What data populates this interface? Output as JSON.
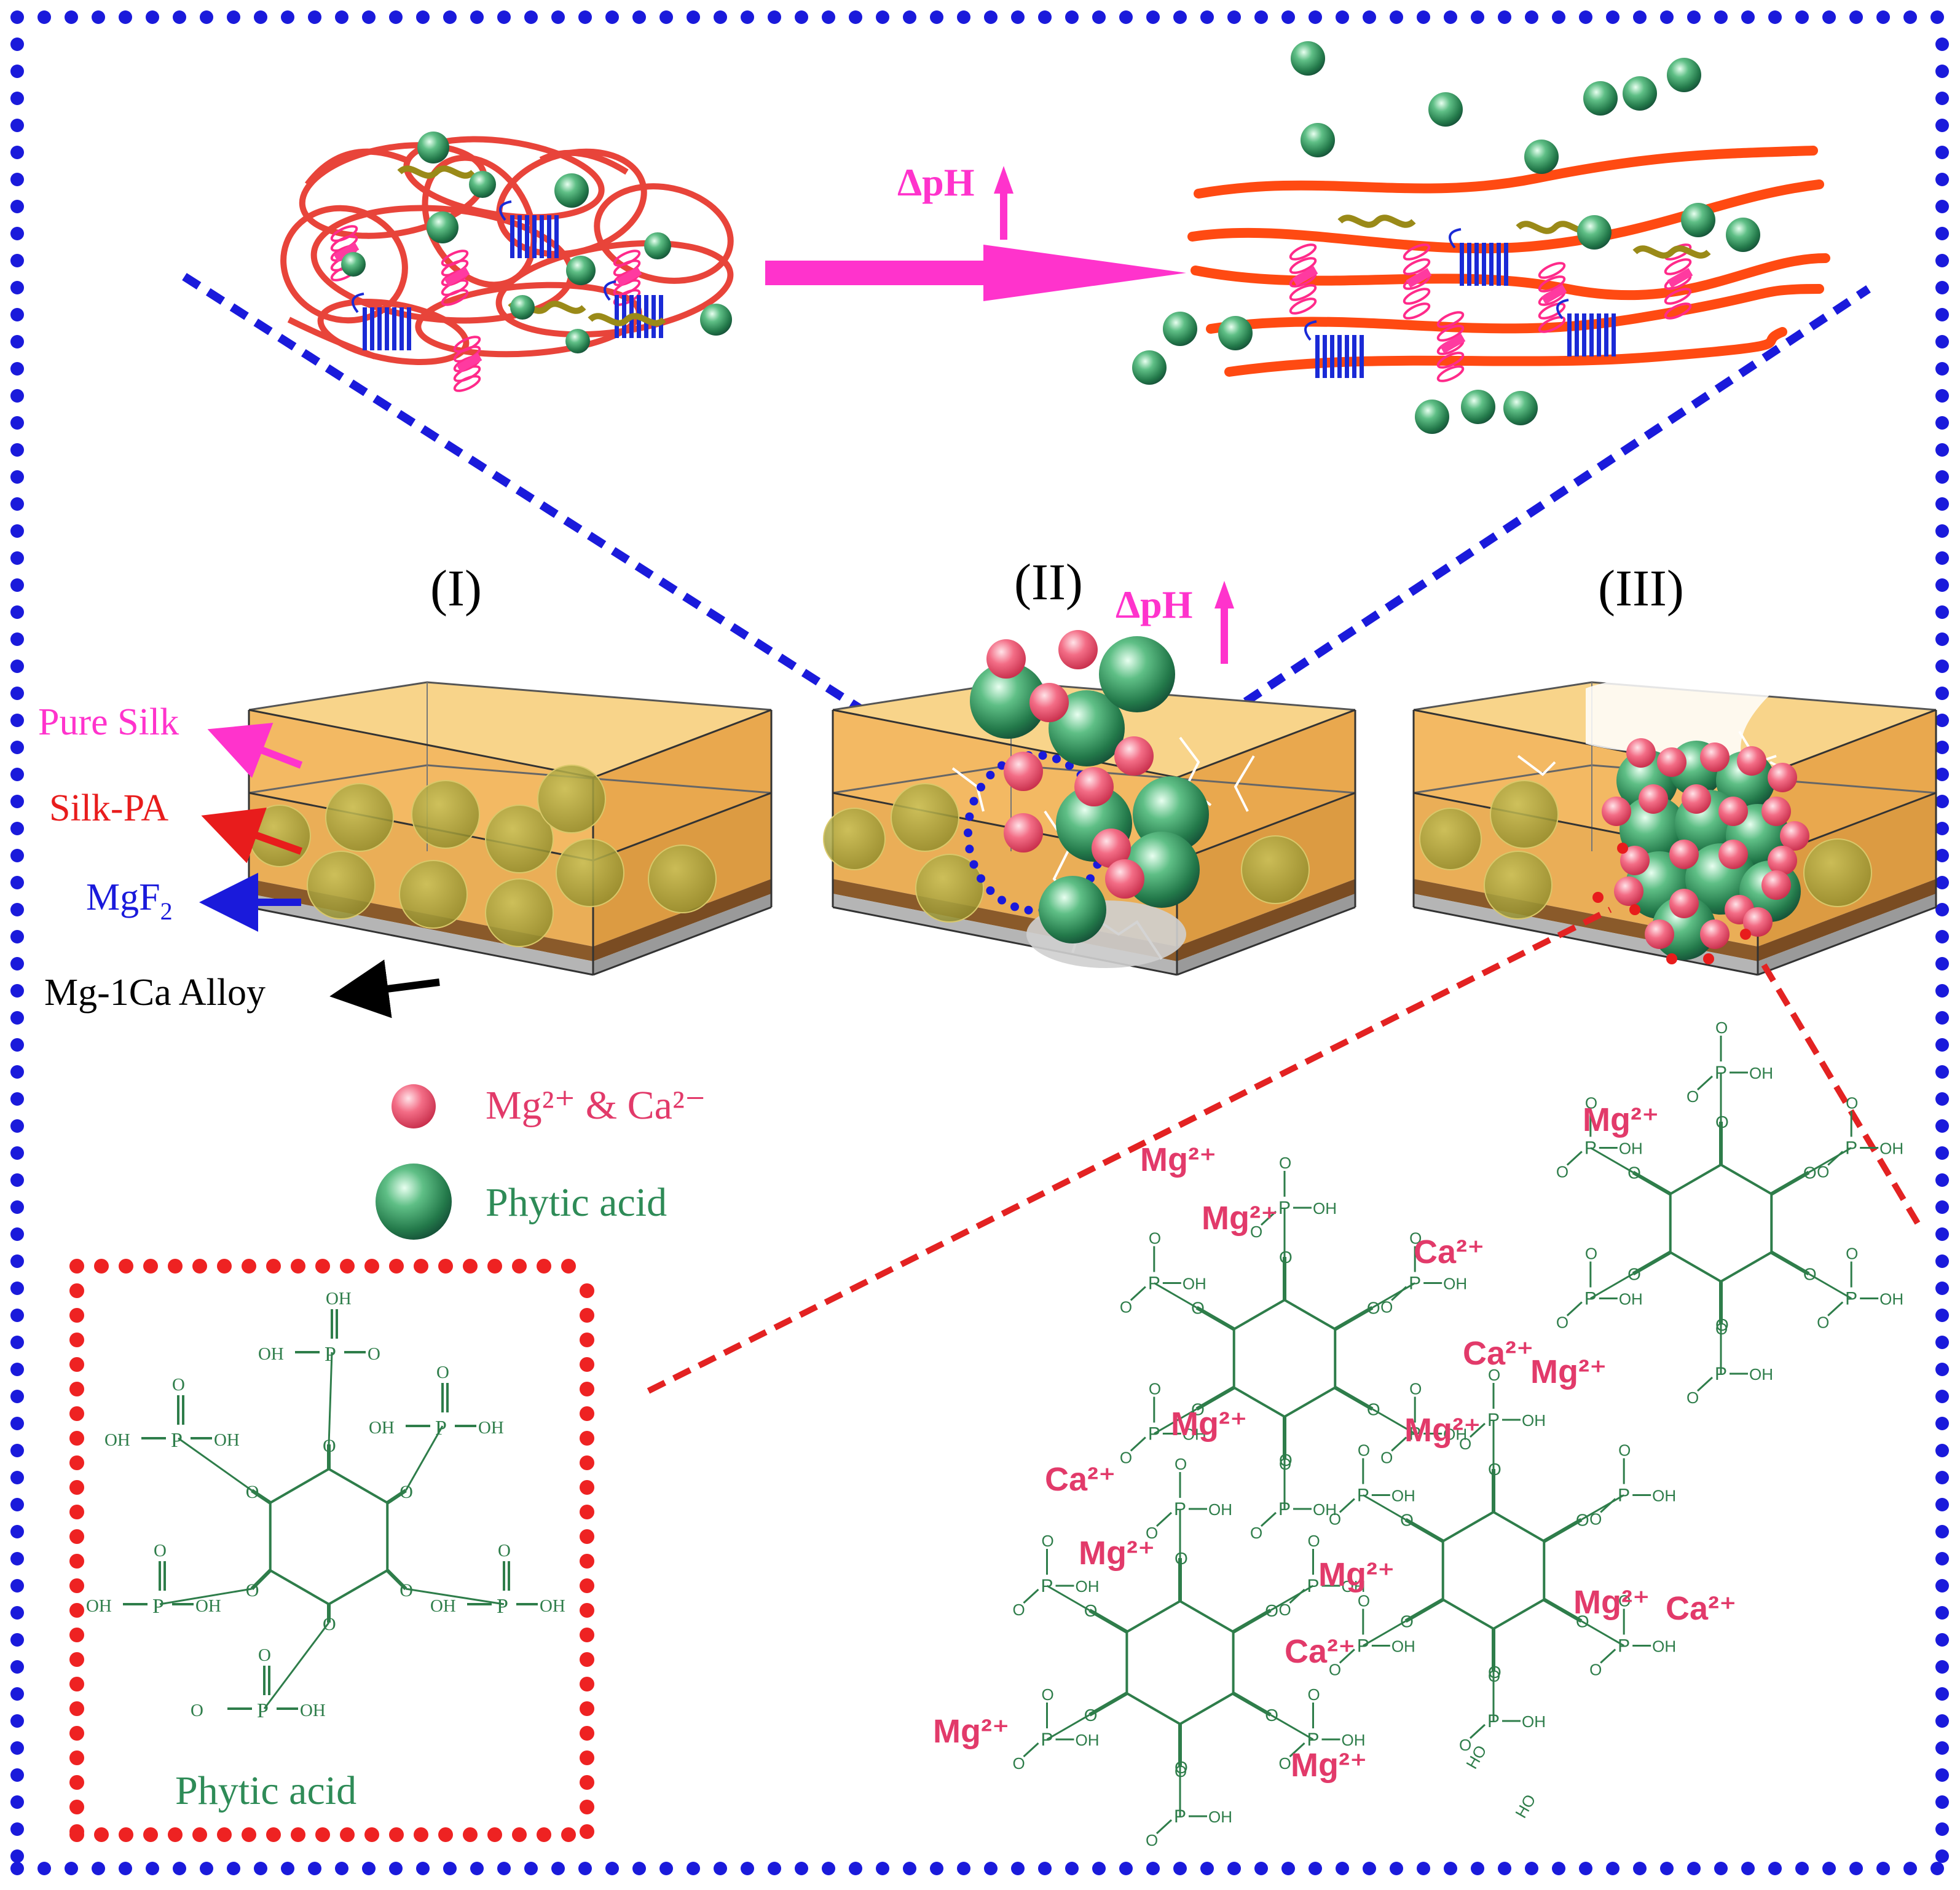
{
  "diagram": {
    "colors": {
      "frame_blue": "#1a1adb",
      "inset_red": "#ee2222",
      "magenta": "#ff33cc",
      "silk_red": "#e8443a",
      "silk_orange": "#ff4a12",
      "phytic_green": "#2e8b57",
      "ion_pink": "#ef5a78",
      "chem_green": "#2e7d4a",
      "ion_label": "#e23a6a",
      "gold": "#f1b24a"
    },
    "top": {
      "delta_ph_label": "ΔpH",
      "arrow_icon": "right-arrow-icon",
      "up_arrow_icon": "up-arrow-icon"
    },
    "stages": {
      "stage1": "(I)",
      "stage2": "(II)",
      "stage3": "(III)",
      "delta_ph_label": "ΔpH"
    },
    "layers": {
      "pure_silk": "Pure Silk",
      "silk_pa": "Silk-PA",
      "mgf2_base": "MgF",
      "mgf2_sub": "2",
      "alloy": "Mg-1Ca Alloy"
    },
    "legend": {
      "ions_label": "Mg²⁺ & Ca²⁻",
      "phytic_label": "Phytic acid"
    },
    "inset": {
      "caption": "Phytic acid",
      "groups": [
        {
          "top": "O",
          "left": "OH",
          "right": "OH",
          "link": "O"
        },
        {
          "top": "O",
          "left": "O",
          "right": "OH",
          "link": "O"
        },
        {
          "top": "O",
          "left": "OH",
          "right": "OH",
          "link": "O"
        },
        {
          "top": "O",
          "left": "OH",
          "right": "OH",
          "link": "O"
        },
        {
          "top": "OH",
          "left": "OH",
          "right": "O",
          "link": "O"
        },
        {
          "top": "O",
          "left": "OH",
          "right": "OH",
          "link": "O"
        }
      ],
      "p_symbol": "P"
    },
    "network": {
      "p_symbol": "P",
      "o_symbol": "O",
      "oh_symbol": "OH",
      "ho_symbol": "HO",
      "ions": [
        "Mg²⁺",
        "Mg²⁺",
        "Mg²⁺",
        "Ca²⁺",
        "Ca²⁺",
        "Mg²⁺",
        "Mg²⁺",
        "Mg²⁺",
        "Ca²⁺",
        "Mg²⁺",
        "Mg²⁺",
        "Ca²⁺",
        "Mg²⁺",
        "Ca²⁺",
        "Mg²⁺",
        "Mg²⁺"
      ]
    }
  }
}
